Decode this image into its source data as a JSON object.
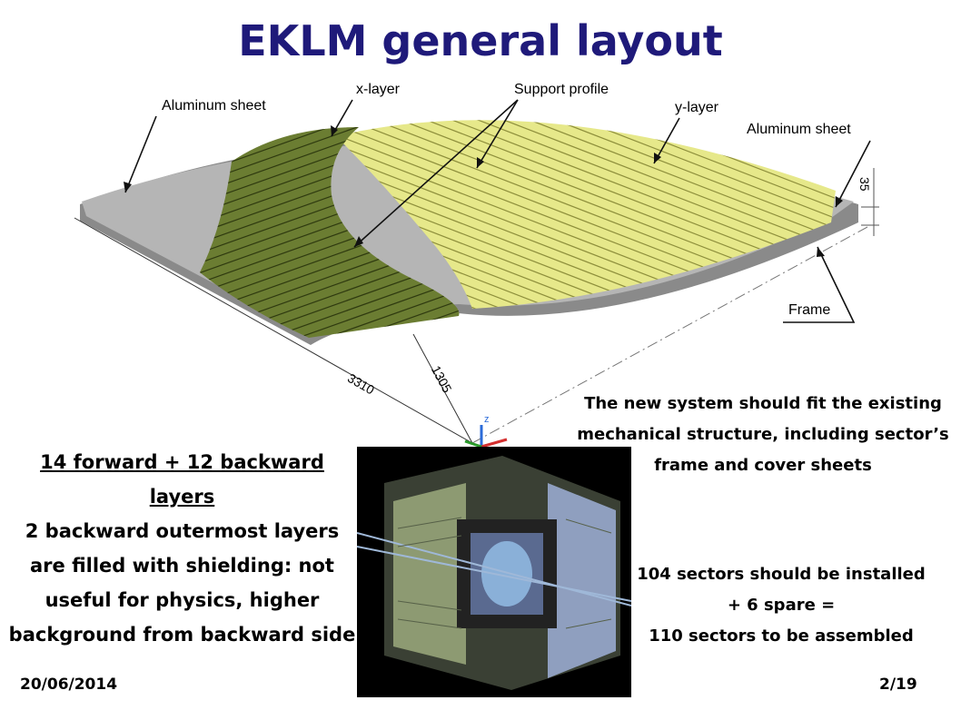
{
  "title": "EKLM general layout",
  "diagram": {
    "labels": {
      "aluminum_sheet_left": "Aluminum sheet",
      "x_layer": "x-layer",
      "support_profile": "Support  profile",
      "y_layer": "y-layer",
      "aluminum_sheet_right": "Aluminum sheet",
      "frame": "Frame",
      "dim_35": "35",
      "dim_3310": "3310",
      "dim_1305": "1305",
      "axis_z": "z"
    },
    "colors": {
      "x_layer": "#6b7d32",
      "y_layer": "#e6e88a",
      "aluminum": "#a8a8a8",
      "frame": "#8a8a8a"
    }
  },
  "left_text": {
    "heading": "14 forward + 12 backward layers",
    "line1": "2 backward outermost layers",
    "line2": "are filled with shielding: not",
    "line3": "useful for physics, higher",
    "line4": "background from backward side"
  },
  "right_text1": {
    "line1": "The new system should fit the existing",
    "line2": "mechanical structure, including sector’s",
    "line3": "frame and cover sheets"
  },
  "right_text2": {
    "line1": "104 sectors should be installed",
    "line2": "+ 6 spare =",
    "line3": "110 sectors to be assembled"
  },
  "footer": {
    "date": "20/06/2014",
    "page": "2/19"
  }
}
